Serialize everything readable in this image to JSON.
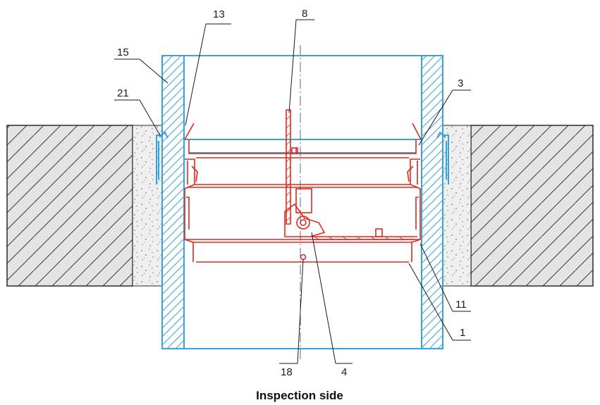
{
  "caption": "Inspection side",
  "callouts": {
    "c13": "13",
    "c8": "8",
    "c15": "15",
    "c21": "21",
    "c3": "3",
    "c11": "11",
    "c1": "1",
    "c18": "18",
    "c4": "4"
  },
  "colors": {
    "sleeve": "#3aa3d6",
    "damper": "#e0281e",
    "wall": "#2a2a2a",
    "wall_fill": "#e4e4e4",
    "mortar_fill": "#efefef"
  }
}
